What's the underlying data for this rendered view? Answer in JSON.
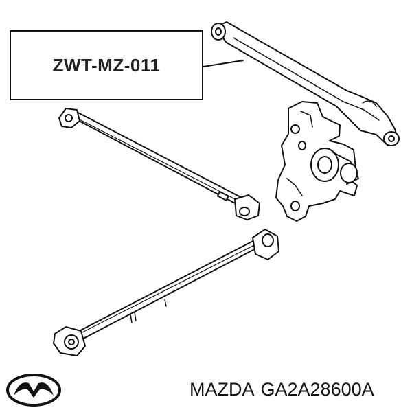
{
  "label": {
    "part_code": "ZWT-MZ-011"
  },
  "footer": {
    "brand": "MAZDA",
    "part_number": "GA2A28600A"
  },
  "logo": {
    "name": "mazda-logo-icon"
  },
  "colors": {
    "line": "#111111",
    "background": "#ffffff"
  }
}
